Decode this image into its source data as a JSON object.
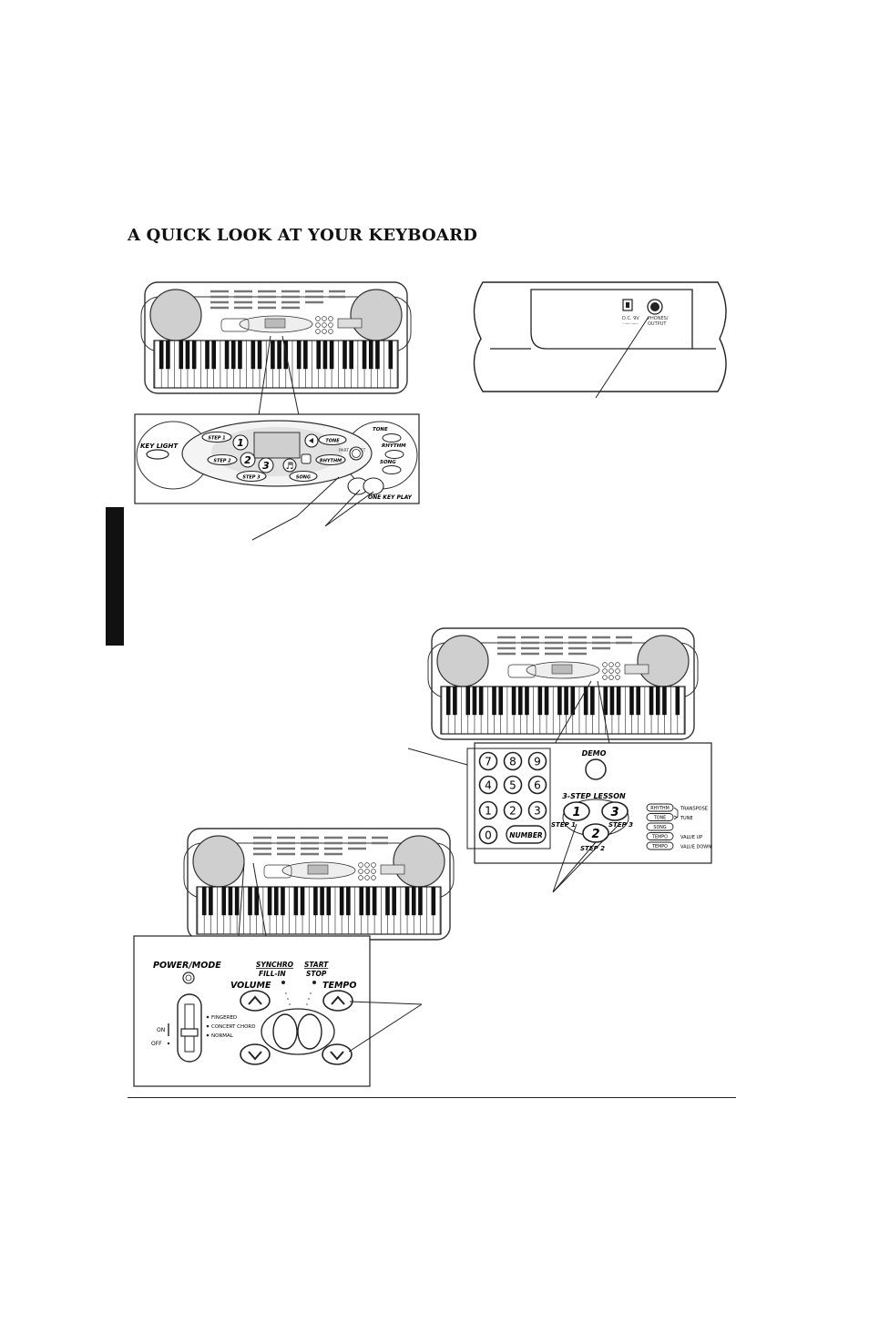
{
  "page": {
    "title": "A QUICK LOOK AT YOUR KEYBOARD"
  },
  "panel_top": {
    "key_light": "KEY LIGHT",
    "step1": "STEP 1",
    "step2": "STEP 2",
    "step3": "STEP 3",
    "num1": "1",
    "num2": "2",
    "num3": "3",
    "tone_small": "TONE",
    "rhythm_small": "RHYTHM",
    "song_small": "SONG",
    "part_select": "PART SELECT",
    "tone": "TONE",
    "rhythm": "RHYTHM",
    "song": "SONG",
    "one_key_play": "ONE KEY PLAY"
  },
  "rear_panel": {
    "dc_label": "D.C. 9V",
    "phones_line1": "PHONES/",
    "phones_line2": "OUTPUT"
  },
  "panel_right": {
    "demo": "DEMO",
    "lesson": "3-STEP LESSON",
    "step1": "STEP 1",
    "step2": "STEP 2",
    "step3": "STEP 3",
    "lesson_num1": "1",
    "lesson_num2": "2",
    "lesson_num3": "3",
    "keypad": [
      "7",
      "8",
      "9",
      "4",
      "5",
      "6",
      "1",
      "2",
      "3",
      "0"
    ],
    "number_button": "NUMBER",
    "functions": [
      {
        "button": "RHYTHM",
        "label": "TRANSPOSE"
      },
      {
        "button": "TONE",
        "label": "TUNE"
      },
      {
        "button": "SONG",
        "label": ""
      },
      {
        "button": "TEMPO",
        "label": "VALUE UP"
      },
      {
        "button": "TEMPO",
        "label": "VALUE DOWN"
      }
    ]
  },
  "panel_bottom": {
    "power_mode": "POWER/MODE",
    "on": "ON",
    "off": "OFF",
    "fingered": "FINGERED",
    "concert_chord": "CONCERT CHORD",
    "normal": "NORMAL",
    "synchro": "SYNCHRO",
    "fill_in": "FILL-IN",
    "start": "START",
    "stop": "STOP",
    "volume": "VOLUME",
    "tempo": "TEMPO"
  }
}
